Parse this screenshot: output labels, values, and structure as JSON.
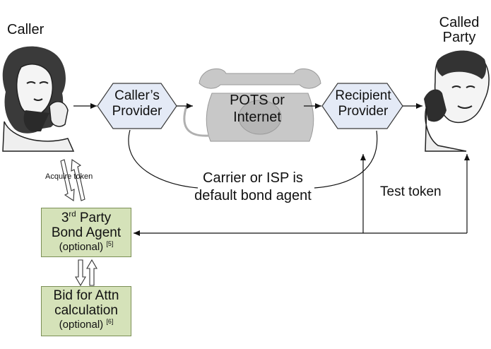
{
  "caller_label": "Caller",
  "called_party": {
    "line1": "Called",
    "line2": "Party"
  },
  "callers_provider": {
    "line1": "Caller’s",
    "line2": "Provider"
  },
  "network": {
    "line1": "POTS or",
    "line2": "Internet"
  },
  "recipient_provider": {
    "line1": "Recipient",
    "line2": "Provider"
  },
  "default_bond": {
    "line1": "Carrier  or ISP is",
    "line2": "default bond agent"
  },
  "acquire_token": "Acquire token",
  "test_token": "Test token",
  "bond_agent": {
    "sup": "rd",
    "line1_prefix": "3",
    "line1_rest": " Party",
    "line2": "Bond Agent",
    "optional": "(optional) ",
    "ref": "[5]"
  },
  "bid_box": {
    "line1": "Bid for Attn",
    "line2": "calculation",
    "optional": "(optional) ",
    "ref": "[6]"
  },
  "colors": {
    "hex_fill": "#e4eaf6",
    "box_fill": "#d5e2b9",
    "phone_gray": "#c8c8c8"
  }
}
